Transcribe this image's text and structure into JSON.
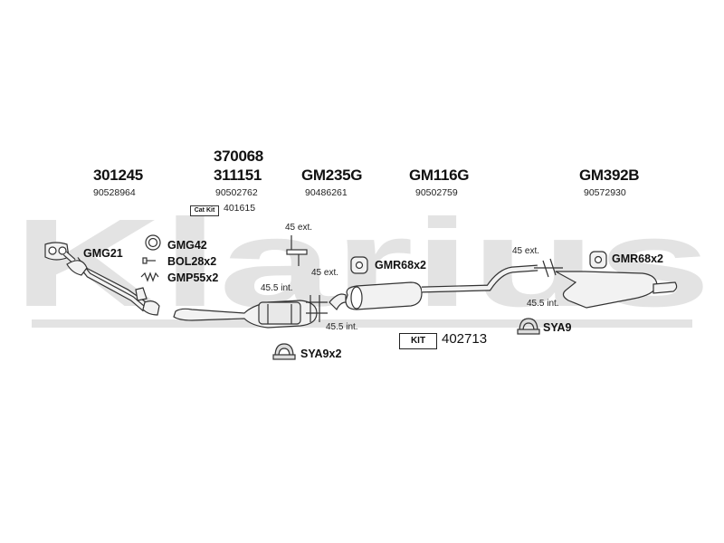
{
  "watermark": {
    "text": "Klarius"
  },
  "parts": [
    {
      "number": "301245",
      "oe": "90528964"
    },
    {
      "number": "370068"
    },
    {
      "number": "311151",
      "oe": "90502762"
    },
    {
      "number": "GM235G",
      "oe": "90486261"
    },
    {
      "number": "GM116G",
      "oe": "90502759"
    },
    {
      "number": "GM392B",
      "oe": "90572930"
    }
  ],
  "cat_kit": {
    "label": "Cat Kit",
    "value": "401615"
  },
  "fittings": {
    "gmg21": "GMG21",
    "gmg42": "GMG42",
    "bol28x2": "BOL28x2",
    "gmp55x2": "GMP55x2",
    "gmr68x2_a": "GMR68x2",
    "gmr68x2_b": "GMR68x2",
    "sya9x2": "SYA9x2",
    "sya9": "SYA9"
  },
  "notes": {
    "ext45_a": "45 ext.",
    "ext45_b": "45 ext.",
    "int455_a": "45.5 int.",
    "int455_b": "45.5 int.",
    "ext45_c": "45 ext.",
    "int455_c": "45.5 int."
  },
  "kit": {
    "label": "KIT",
    "value": "402713"
  },
  "colors": {
    "watermark": "#e3e3e3",
    "line": "#333333",
    "fill": "#f2f2f2"
  }
}
